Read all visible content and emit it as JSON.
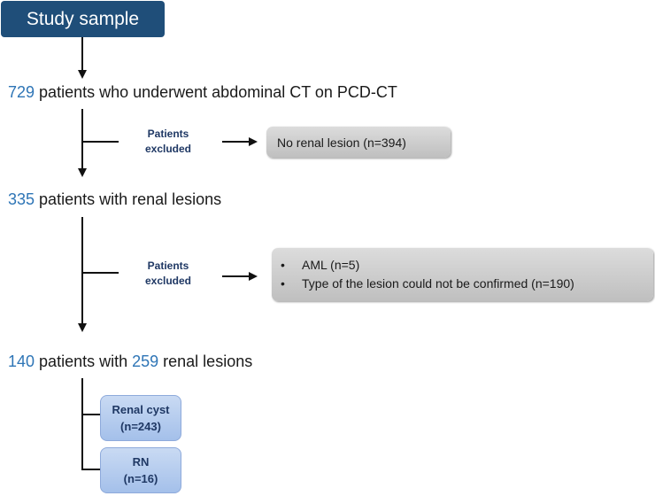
{
  "header": {
    "title": "Study sample"
  },
  "steps": [
    {
      "count": "729",
      "text": " patients who underwent abdominal CT on PCD-CT"
    },
    {
      "count": "335",
      "text": " patients with renal lesions"
    },
    {
      "count": "140",
      "text": " patients with ",
      "count2": "259",
      "text2": " renal lesions"
    }
  ],
  "exclusions": [
    {
      "label_line1": "Patients",
      "label_line2": "excluded",
      "items": [
        "No renal lesion (n=394)"
      ]
    },
    {
      "label_line1": "Patients",
      "label_line2": "excluded",
      "items": [
        "AML (n=5)",
        "Type of the lesion could not be confirmed (n=190)"
      ]
    }
  ],
  "groups": [
    {
      "line1": "Renal cyst",
      "line2": "(n=243)"
    },
    {
      "line1": "RN",
      "line2": "(n=16)"
    }
  ],
  "colors": {
    "header_bg": "#1f4e79",
    "number_accent": "#2e75b6",
    "label_navy": "#1f3864",
    "box_gray": "#d0d0d0",
    "box_blue": "#b4cdef"
  }
}
